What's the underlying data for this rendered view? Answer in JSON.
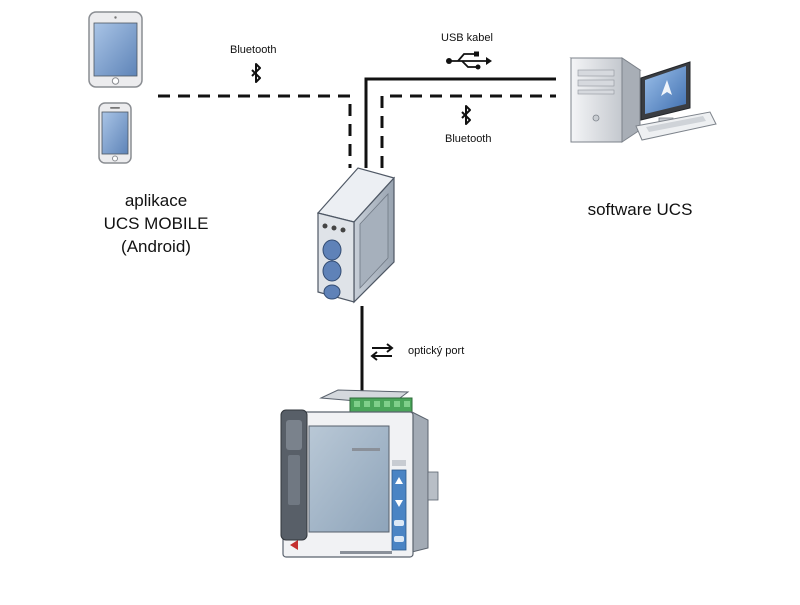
{
  "labels": {
    "bluetooth_left": "Bluetooth",
    "usb_cable": "USB kabel",
    "bluetooth_right": "Bluetooth",
    "optical_port": "optický port",
    "mobile_app_line1": "aplikace",
    "mobile_app_line2": "UCS MOBILE",
    "mobile_app_line3": "(Android)",
    "software": "software UCS"
  },
  "icons": {
    "tablet": "tablet-icon",
    "phone": "smartphone-icon",
    "computer": "desktop-computer-icon",
    "interface": "communication-interface-device",
    "analyzer": "power-analyzer-device",
    "bluetooth": "bluetooth-icon",
    "usb": "usb-icon",
    "optical": "bidirectional-arrows-icon"
  },
  "colors": {
    "line": "#111111",
    "device_blue": "#5f82b8",
    "screen_blue": "#8eaed6",
    "terminal_green": "#3f9a4f"
  }
}
